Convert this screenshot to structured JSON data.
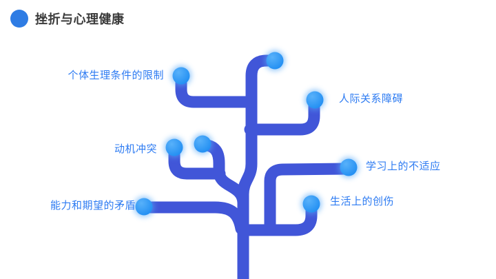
{
  "title": {
    "text": "挫折与心理健康"
  },
  "diagram": {
    "description": "tree-of-branches diagram with glowing node dots",
    "nodes": [
      {
        "id": "physical",
        "label": "个体生理条件的限制",
        "side": "left"
      },
      {
        "id": "interpersonal",
        "label": "人际关系障碍",
        "side": "right"
      },
      {
        "id": "motivation",
        "label": "动机冲突",
        "side": "left"
      },
      {
        "id": "learning",
        "label": "学习上的不适应",
        "side": "right"
      },
      {
        "id": "ability",
        "label": "能力和期望的矛盾",
        "side": "left"
      },
      {
        "id": "life",
        "label": "生活上的创伤",
        "side": "right"
      }
    ],
    "colors": {
      "branch": "#4156d8",
      "node_dot": "#2b9af7",
      "node_dot_glow": "#56a9f8",
      "label_text": "#2d7bf2",
      "title_bullet": "#2e7ce4",
      "title_text": "#3a3a3a",
      "background": "#ffffff"
    }
  }
}
